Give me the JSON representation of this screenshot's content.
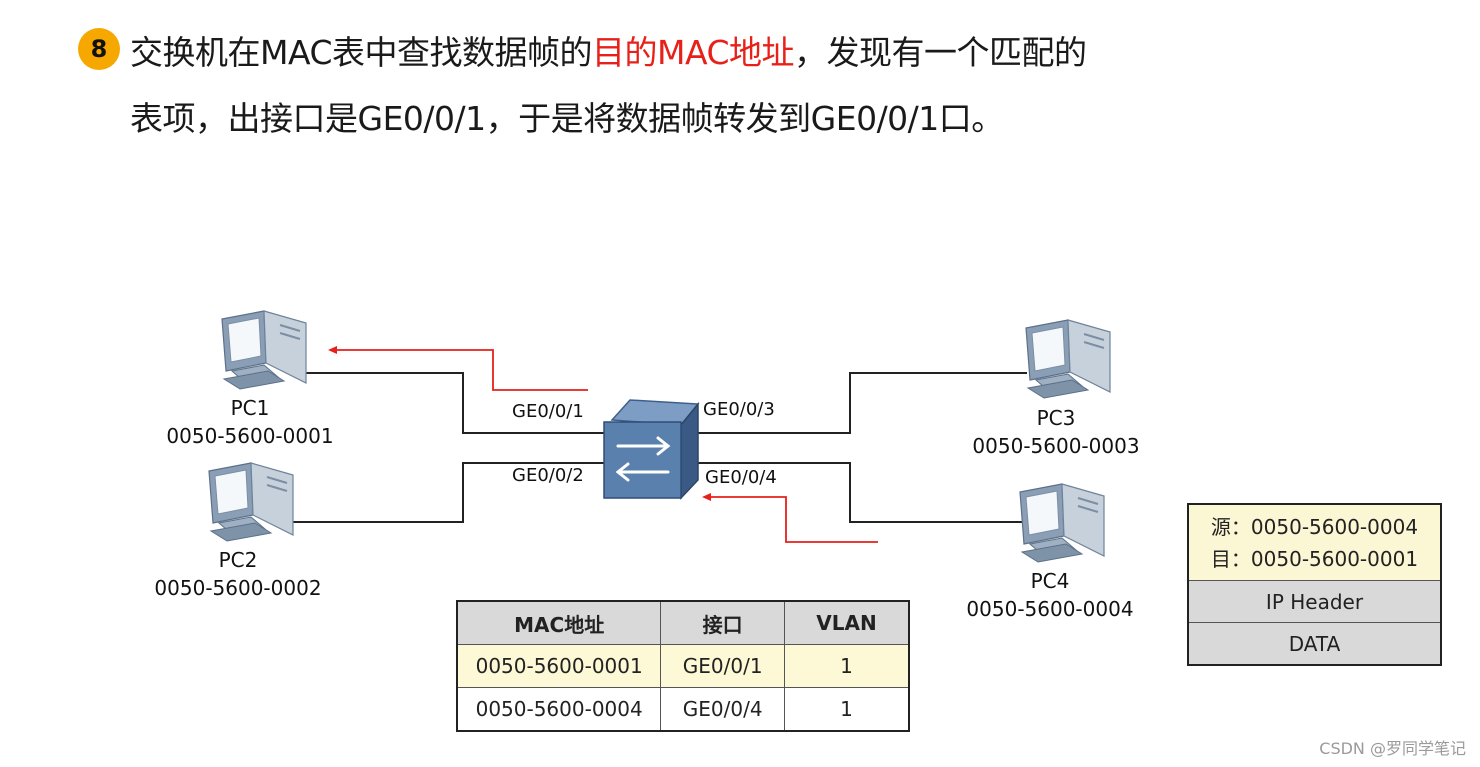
{
  "step": {
    "number": "8"
  },
  "heading": {
    "line1_a": "交换机在MAC表中查找数据帧的",
    "line1_highlight": "目的MAC地址",
    "line1_b": "，发现有一个匹配的",
    "line2": "表项，出接口是GE0/0/1，于是将数据帧转发到GE0/0/1口。"
  },
  "hosts": [
    {
      "name": "PC1",
      "mac": "0050-5600-0001",
      "icon": "pc-icon"
    },
    {
      "name": "PC2",
      "mac": "0050-5600-0002",
      "icon": "pc-icon"
    },
    {
      "name": "PC3",
      "mac": "0050-5600-0003",
      "icon": "pc-icon"
    },
    {
      "name": "PC4",
      "mac": "0050-5600-0004",
      "icon": "pc-icon"
    }
  ],
  "switch": {
    "icon": "switch-icon"
  },
  "ports": [
    "GE0/0/1",
    "GE0/0/2",
    "GE0/0/3",
    "GE0/0/4"
  ],
  "mac_table": {
    "headers": [
      "MAC地址",
      "接口",
      "VLAN"
    ],
    "rows": [
      [
        "0050-5600-0001",
        "GE0/0/1",
        "1"
      ],
      [
        "0050-5600-0004",
        "GE0/0/4",
        "1"
      ]
    ]
  },
  "frame": {
    "src": "源：0050-5600-0004",
    "dst": "目：0050-5600-0001",
    "ip_header": "IP Header",
    "data": "DATA"
  },
  "watermark": "CSDN @罗同学笔记",
  "colors": {
    "badge": "#f6a800",
    "highlight": "#e8201a",
    "flow_arrow": "#e8201a",
    "switch": "#4a6f9e"
  }
}
